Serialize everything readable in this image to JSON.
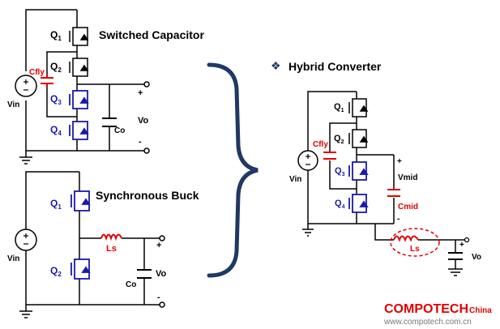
{
  "titles": {
    "switched_capacitor": "Switched Capacitor",
    "synchronous_buck": "Synchronous Buck",
    "hybrid_converter": "Hybrid Converter",
    "hybrid_bullet": "❖"
  },
  "labels": {
    "q1": "Q",
    "q1_sub": "1",
    "q2": "Q",
    "q2_sub": "2",
    "q3": "Q",
    "q3_sub": "3",
    "q4": "Q",
    "q4_sub": "4",
    "cfly": "Cfly",
    "co": "Co",
    "vo": "Vo",
    "vin": "Vin",
    "ls": "Ls",
    "vmid": "Vmid",
    "cmid": "Cmid",
    "plus": "+",
    "minus": "-"
  },
  "watermark": {
    "brand": "COMPOTECH",
    "suffix": "China",
    "url": "www.compotech.com.cn"
  },
  "colors": {
    "black_wire": "#000000",
    "blue_component": "#1a1aa8",
    "red_component": "#e00000",
    "brace": "#1f3864"
  }
}
